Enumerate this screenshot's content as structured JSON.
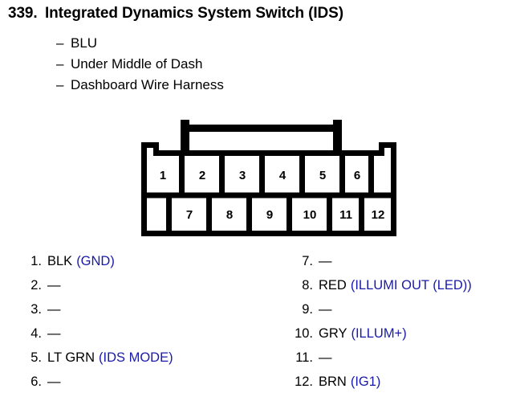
{
  "header": {
    "number": "339.",
    "title": "Integrated Dynamics System Switch (IDS)",
    "dash": "–",
    "details": [
      "BLU",
      "Under Middle of Dash",
      "Dashboard Wire Harness"
    ]
  },
  "connector": {
    "name": "connector-pin-diagram",
    "top_row_pins": [
      "1",
      "2",
      "3",
      "4",
      "5",
      "6"
    ],
    "bottom_row_pins": [
      "7",
      "8",
      "9",
      "10",
      "11",
      "12"
    ]
  },
  "colors": {
    "ink": "#000000",
    "function_label": "#1a1aa8",
    "background": "#ffffff"
  },
  "pinout": {
    "left": [
      {
        "index": "1.",
        "wire": "BLK",
        "function": "(GND)"
      },
      {
        "index": "2.",
        "wire": "—",
        "function": ""
      },
      {
        "index": "3.",
        "wire": "—",
        "function": ""
      },
      {
        "index": "4.",
        "wire": "—",
        "function": ""
      },
      {
        "index": "5.",
        "wire": "LT GRN",
        "function": "(IDS MODE)"
      },
      {
        "index": "6.",
        "wire": "—",
        "function": ""
      }
    ],
    "right": [
      {
        "index": "7.",
        "wire": "—",
        "function": ""
      },
      {
        "index": "8.",
        "wire": "RED",
        "function": "(ILLUMI OUT (LED))"
      },
      {
        "index": "9.",
        "wire": "—",
        "function": ""
      },
      {
        "index": "10.",
        "wire": "GRY",
        "function": "(ILLUM+)"
      },
      {
        "index": "11.",
        "wire": "—",
        "function": ""
      },
      {
        "index": "12.",
        "wire": "BRN",
        "function": "(IG1)"
      }
    ]
  }
}
